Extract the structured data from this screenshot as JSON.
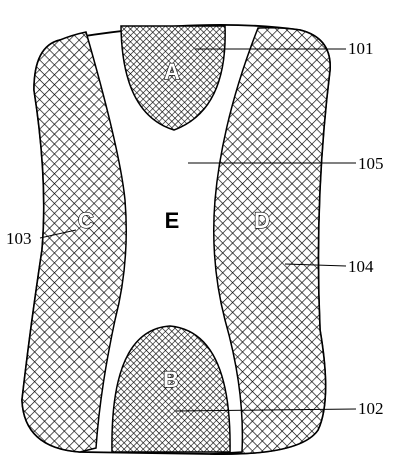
{
  "regions": {
    "A": {
      "letter": "A"
    },
    "B": {
      "letter": "B"
    },
    "C": {
      "letter": "C"
    },
    "D": {
      "letter": "D"
    },
    "E": {
      "letter": "E"
    }
  },
  "labels": {
    "l101": "101",
    "l102": "102",
    "l103": "103",
    "l104": "104",
    "l105": "105"
  },
  "colors": {
    "ink": "#000000",
    "paper": "#ffffff"
  }
}
